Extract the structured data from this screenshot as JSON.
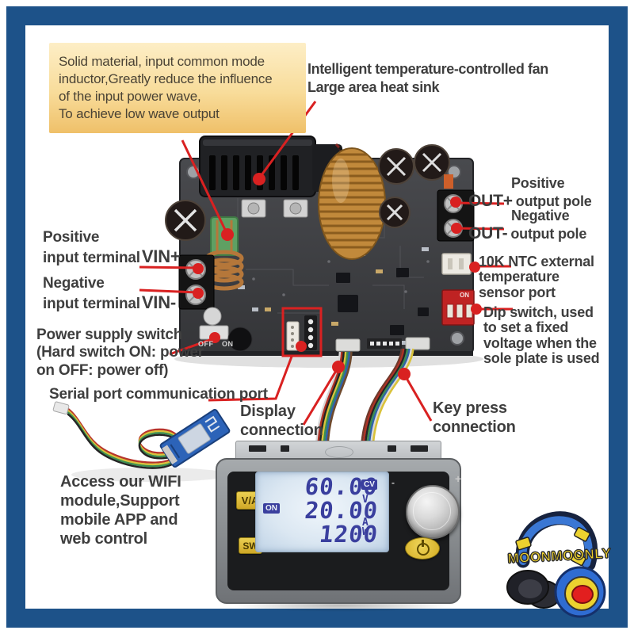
{
  "colors": {
    "frame_blue": "#1d5289",
    "annotation_red": "#d92121",
    "callout_box_yellow": "#f3cd78",
    "lcd_digit_blue": "#3a3f9e",
    "button_yellow": "#ddb92c",
    "logo_yellow": "#f2d32b"
  },
  "callouts": {
    "inductor": {
      "lines": [
        "Solid material, input common mode",
        "inductor,Greatly reduce the influence",
        "of the input power wave,",
        "To achieve low wave output"
      ]
    },
    "fan": {
      "lines": [
        "Intelligent temperature-controlled fan",
        "Large area heat sink"
      ]
    },
    "vin_plus": {
      "line1": "Positive",
      "line2": "input terminal",
      "bold": "VIN+"
    },
    "vin_minus": {
      "line1": "Negative",
      "line2": "input terminal",
      "bold": "VIN-"
    },
    "out_plus": {
      "bold": "OUT+",
      "line1": "Positive",
      "line2": "output pole"
    },
    "out_minus": {
      "bold": "OUT-",
      "line1": "Negative",
      "line2": "output pole"
    },
    "ntc": {
      "lines": [
        "10K NTC external",
        "temperature",
        "sensor port"
      ]
    },
    "dip": {
      "lines": [
        "Dip switch, used",
        "to set a fixed",
        "voltage when the",
        "sole plate is used"
      ]
    },
    "power_switch": {
      "lines": [
        "Power supply switch",
        "(Hard switch ON: power",
        "on OFF: power off)"
      ]
    },
    "serial": {
      "text": "Serial port communication port"
    },
    "display_conn": {
      "lines": [
        "Display",
        "connection"
      ]
    },
    "keypress_conn": {
      "lines": [
        "Key press",
        "connection"
      ]
    },
    "wifi": {
      "lines": [
        "Access our WIFI",
        "module,Support",
        "mobile APP and",
        "web control"
      ]
    }
  },
  "pcb": {
    "switch_off": "OFF",
    "switch_on": "ON",
    "dip_on": "ON"
  },
  "display": {
    "btn_va": "V/A",
    "btn_sw": "SW",
    "badge_cv": "CV",
    "badge_on": "ON",
    "voltage": "60.00",
    "voltage_unit": "V",
    "current": "20.00",
    "current_unit": "A",
    "power": "1200",
    "power_unit": "W",
    "knob_plus": "+",
    "knob_minus": "-"
  },
  "logo": {
    "text": "MOONMOONLY"
  }
}
